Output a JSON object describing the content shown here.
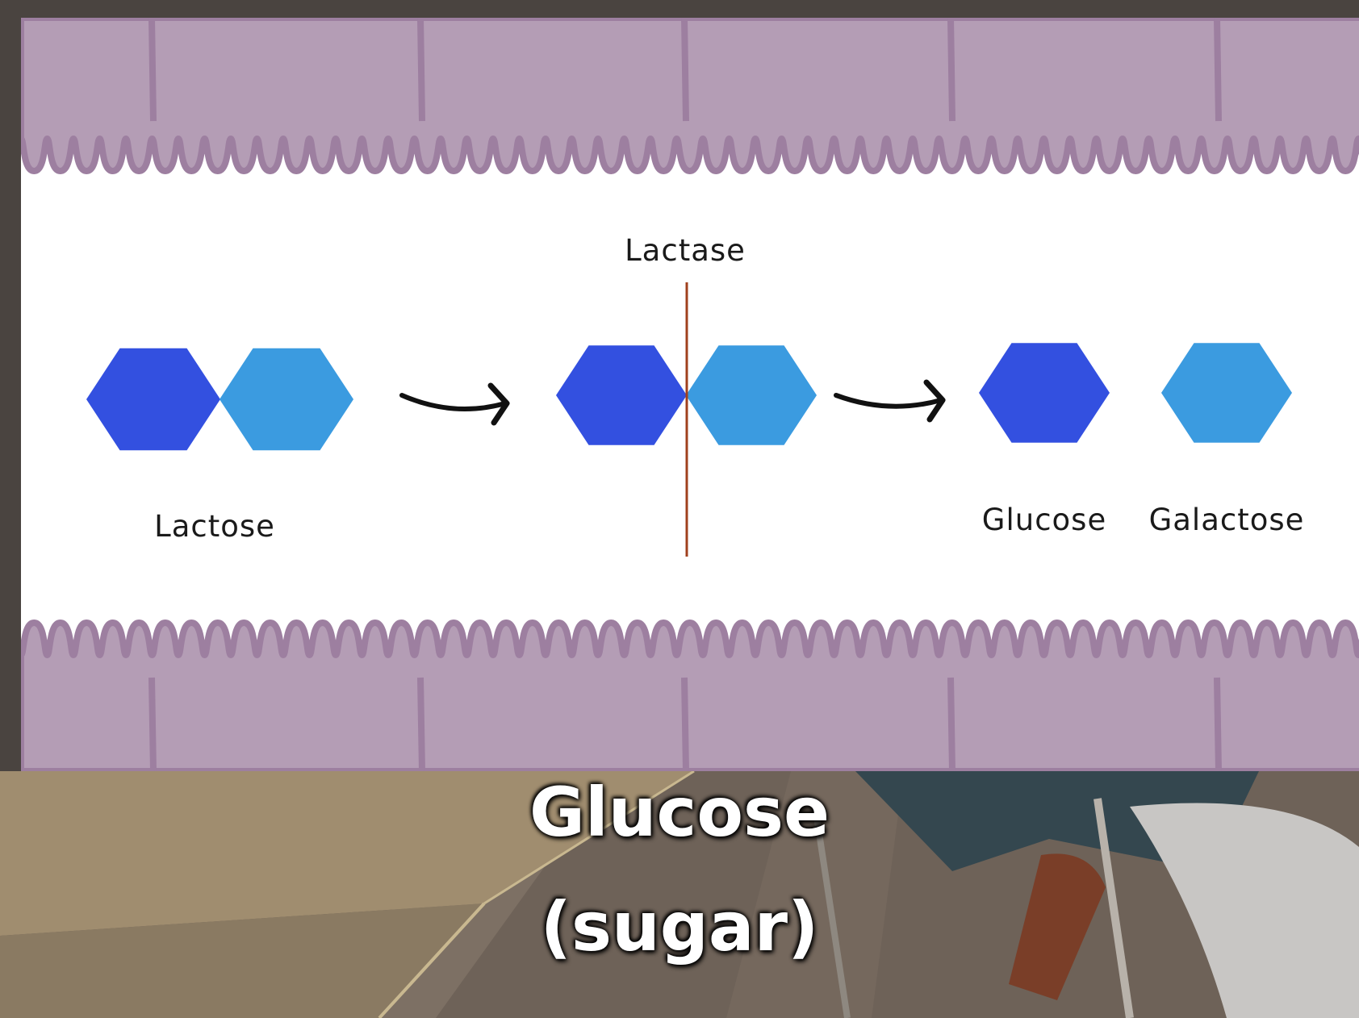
{
  "diagram": {
    "enzyme_label": "Lactase",
    "labels": {
      "lactose": "Lactose",
      "glucose": "Glucose",
      "galactose": "Galactose"
    },
    "colors": {
      "glucose": "#3350e0",
      "galactose": "#3b9be0",
      "cut_line": "#a0401e",
      "membrane": "#b49db5",
      "membrane_edge": "#9d7fa0",
      "arrow": "#111111"
    },
    "icons": [
      "glucose-hexagon-icon",
      "galactose-hexagon-icon",
      "right-arrow-icon",
      "cut-line-icon"
    ]
  },
  "subtitle": {
    "line1": "Glucose",
    "line2": "(sugar)"
  }
}
